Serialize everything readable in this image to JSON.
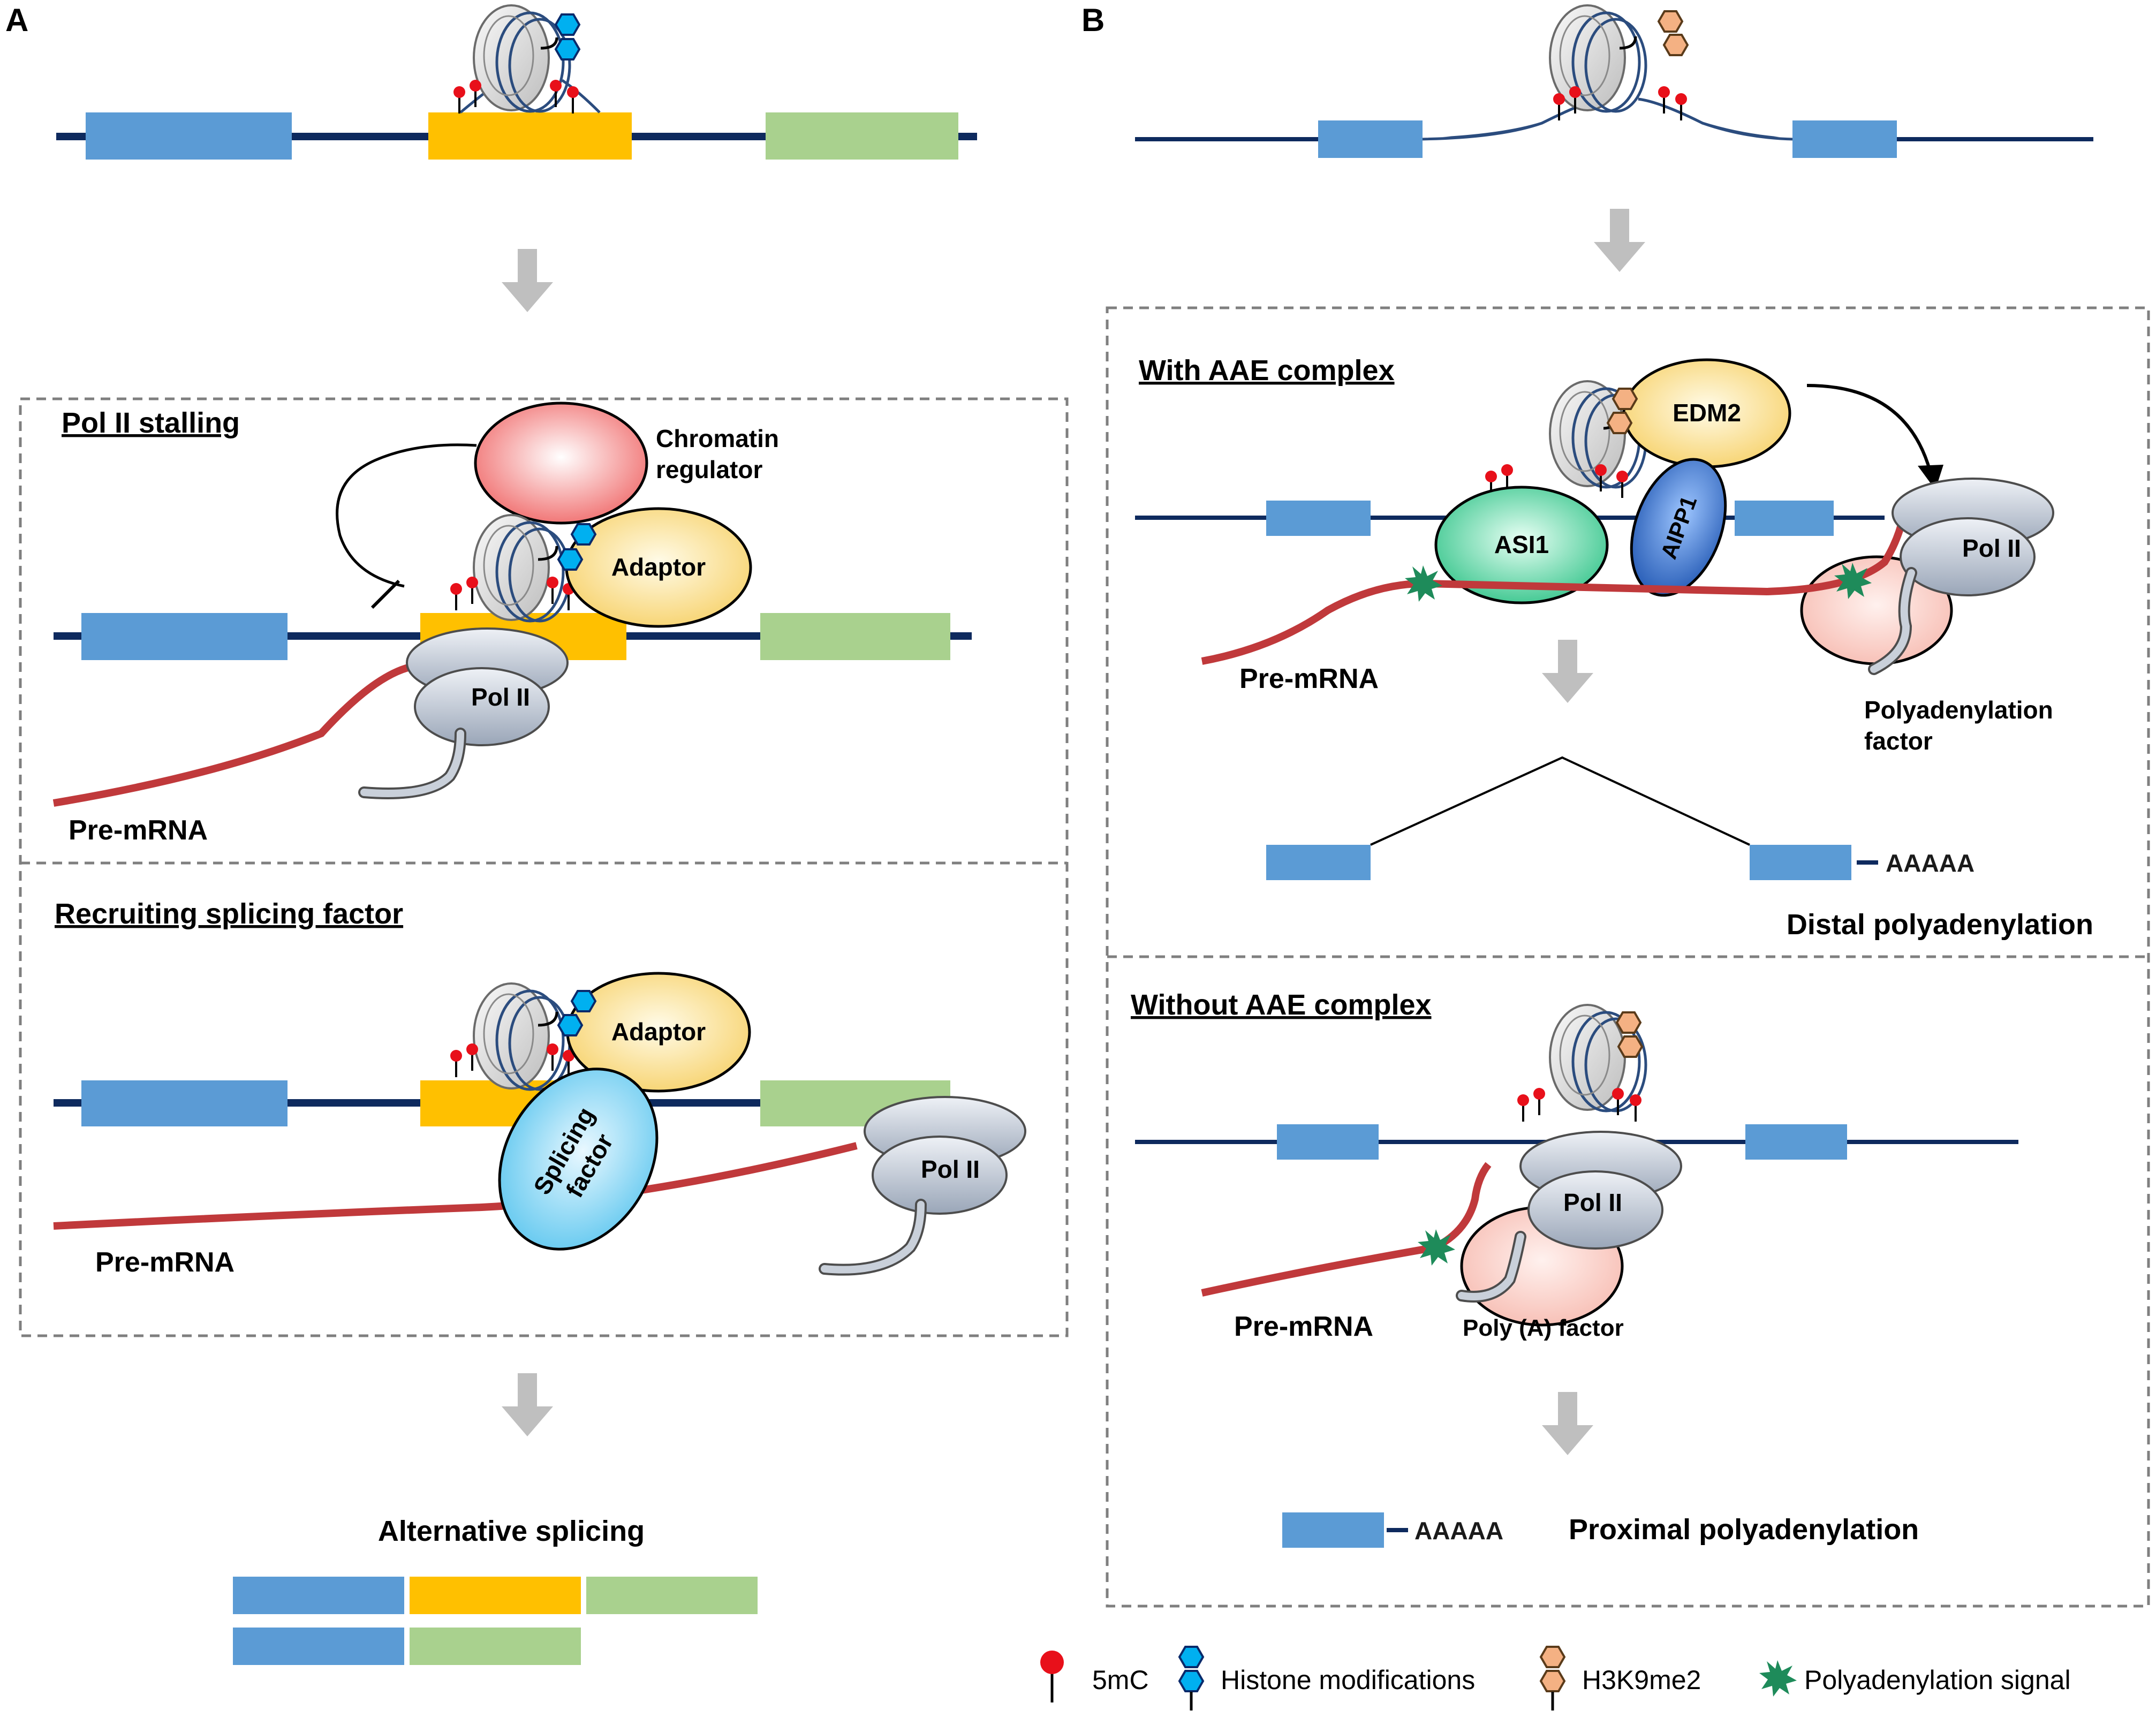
{
  "panels": {
    "a_label": "A",
    "b_label": "B"
  },
  "panel_a": {
    "pol2_stalling": {
      "title": "Pol II stalling",
      "chromatin_regulator_line1": "Chromatin",
      "chromatin_regulator_line2": "regulator",
      "adaptor": "Adaptor",
      "pol2": "Pol II",
      "pre_mrna": "Pre-mRNA"
    },
    "splicing": {
      "title": "Recruiting splicing factor",
      "adaptor": "Adaptor",
      "splicing_factor_line1": "Splicing",
      "splicing_factor_line2": "factor",
      "pol2": "Pol II",
      "pre_mrna": "Pre-mRNA"
    },
    "outcome": "Alternative splicing"
  },
  "panel_b": {
    "with_aae": {
      "title": "With AAE complex",
      "edm2": "EDM2",
      "asi1": "ASI1",
      "aipp1": "AIPP1",
      "pol2": "Pol II",
      "pre_mrna": "Pre-mRNA",
      "polyadenylation_factor_line1": "Polyadenylation",
      "polyadenylation_factor_line2": "factor",
      "tail": "AAAAA",
      "outcome": "Distal polyadenylation"
    },
    "without_aae": {
      "title": "Without AAE complex",
      "pol2": "Pol II",
      "pre_mrna": "Pre-mRNA",
      "polya_factor": "Poly (A) factor",
      "tail": "AAAAA",
      "outcome": "Proximal polyadenylation"
    }
  },
  "legend": {
    "mc5": "5mC",
    "histone": "Histone modifications",
    "h3k9": "H3K9me2",
    "polya_signal": "Polyadenylation signal"
  },
  "colors": {
    "exon_blue": "#5b9bd5",
    "exon_yellow": "#ffc000",
    "exon_green": "#a9d18e",
    "dna": "#0e2a5e",
    "rna": "#c0393b",
    "arrow_grey": "#bfbfbf",
    "methyl_red": "#e8101a",
    "histone_blue": "#00b0f0",
    "h3k9_tan": "#f4b183",
    "signal_green": "#1e8b5a"
  }
}
